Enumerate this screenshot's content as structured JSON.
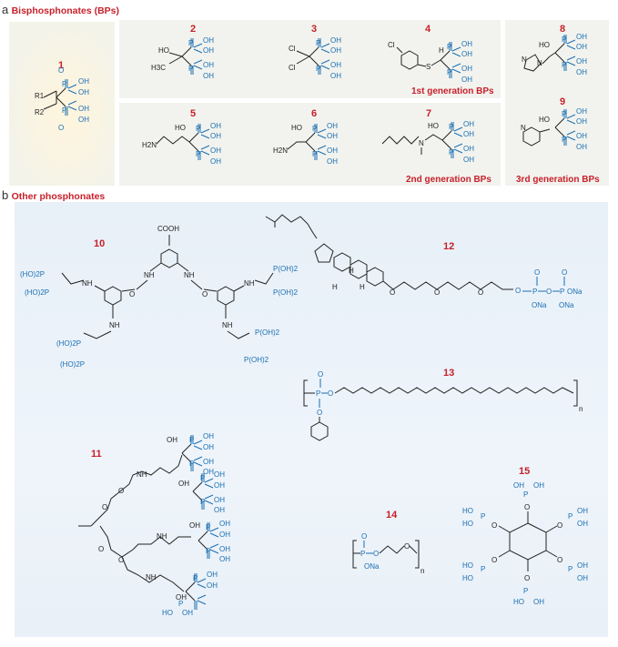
{
  "section_a": {
    "letter": "a",
    "title": "Bisphosphonates (BPs)"
  },
  "section_b": {
    "letter": "b",
    "title": "Other phosphonates"
  },
  "compounds": [
    "1",
    "2",
    "3",
    "4",
    "5",
    "6",
    "7",
    "8",
    "9",
    "10",
    "11",
    "12",
    "13",
    "14",
    "15"
  ],
  "generations": {
    "first": "1st generation BPs",
    "second": "2nd generation BPs",
    "third": "3rd generation BPs"
  },
  "atoms": {
    "po3h2": "P(OH)2",
    "pooh": "P",
    "oh": "OH",
    "ho": "HO",
    "o": "O",
    "ona": "ONa",
    "nh": "NH",
    "n": "N",
    "cl": "Cl",
    "s": "S",
    "h": "H",
    "r1": "R1",
    "r2": "R2",
    "cooh": "COOH",
    "h3c": "H3C",
    "h2n": "H2N",
    "ho2p": "(HO)2P",
    "n_sub": "n"
  }
}
